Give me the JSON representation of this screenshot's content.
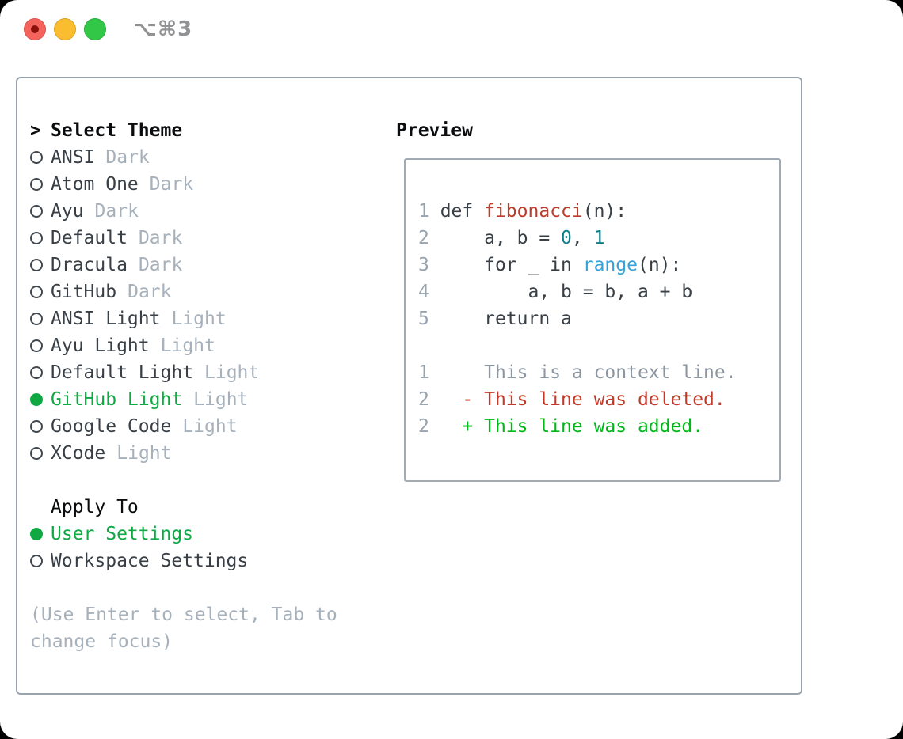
{
  "window": {
    "title": "⌥⌘3",
    "traffic_lights": [
      {
        "name": "close",
        "color": "#f4645d",
        "has_dot": true,
        "dot_color": "#8b100c"
      },
      {
        "name": "minimize",
        "color": "#f9bd2f",
        "has_dot": false
      },
      {
        "name": "zoom",
        "color": "#32c746",
        "has_dot": false
      }
    ]
  },
  "theme_picker": {
    "prompt": ">",
    "title": "Select Theme",
    "items": [
      {
        "name": "ANSI",
        "tag": "Dark",
        "selected": false
      },
      {
        "name": "Atom One",
        "tag": "Dark",
        "selected": false
      },
      {
        "name": "Ayu",
        "tag": "Dark",
        "selected": false
      },
      {
        "name": "Default",
        "tag": "Dark",
        "selected": false
      },
      {
        "name": "Dracula",
        "tag": "Dark",
        "selected": false
      },
      {
        "name": "GitHub",
        "tag": "Dark",
        "selected": false
      },
      {
        "name": "ANSI Light",
        "tag": "Light",
        "selected": false
      },
      {
        "name": "Ayu Light",
        "tag": "Light",
        "selected": false
      },
      {
        "name": "Default Light",
        "tag": "Light",
        "selected": false
      },
      {
        "name": "GitHub Light",
        "tag": "Light",
        "selected": true
      },
      {
        "name": "Google Code",
        "tag": "Light",
        "selected": false
      },
      {
        "name": "XCode",
        "tag": "Light",
        "selected": false
      }
    ],
    "apply_to": {
      "title": "Apply To",
      "options": [
        {
          "name": "User Settings",
          "selected": true
        },
        {
          "name": "Workspace Settings",
          "selected": false
        }
      ]
    },
    "hint": "(Use Enter to select, Tab to change focus)"
  },
  "preview": {
    "title": "Preview",
    "lines": [
      {
        "tokens": [
          {
            "t": "1",
            "c": "num"
          },
          {
            "t": " def ",
            "c": "plain"
          },
          {
            "t": "fibonacci",
            "c": "fn"
          },
          {
            "t": "(n):",
            "c": "plain"
          }
        ]
      },
      {
        "tokens": [
          {
            "t": "2",
            "c": "num"
          },
          {
            "t": "     a, b = ",
            "c": "plain"
          },
          {
            "t": "0",
            "c": "lit"
          },
          {
            "t": ", ",
            "c": "plain"
          },
          {
            "t": "1",
            "c": "lit"
          }
        ]
      },
      {
        "tokens": [
          {
            "t": "3",
            "c": "num"
          },
          {
            "t": "     for _ in ",
            "c": "plain"
          },
          {
            "t": "range",
            "c": "builtin"
          },
          {
            "t": "(n):",
            "c": "plain"
          }
        ]
      },
      {
        "tokens": [
          {
            "t": "4",
            "c": "num"
          },
          {
            "t": "         a, b = b, a + b",
            "c": "plain"
          }
        ]
      },
      {
        "tokens": [
          {
            "t": "5",
            "c": "num"
          },
          {
            "t": "     return a",
            "c": "plain"
          }
        ]
      },
      {
        "tokens": []
      },
      {
        "tokens": [
          {
            "t": "1",
            "c": "num"
          },
          {
            "t": "     This is a context line.",
            "c": "ctx"
          }
        ]
      },
      {
        "tokens": [
          {
            "t": "2",
            "c": "num"
          },
          {
            "t": "   - This line was deleted.",
            "c": "del"
          }
        ]
      },
      {
        "tokens": [
          {
            "t": "2",
            "c": "num"
          },
          {
            "t": "   + This line was added.",
            "c": "add"
          }
        ]
      }
    ]
  },
  "colors": {
    "accent_green": "#0fa843",
    "added_green": "#00b718",
    "deleted_red": "#c2382a",
    "function_red": "#be3b2b",
    "literal_teal": "#0e7f8c",
    "builtin_blue": "#36a0d9",
    "context_gray": "#8c96a0",
    "muted_gray": "#a7b1bb",
    "text_dark": "#383f46",
    "line_number_gray": "#99a3ad",
    "panel_border": "#99a3ad",
    "title_gray": "#909294"
  }
}
